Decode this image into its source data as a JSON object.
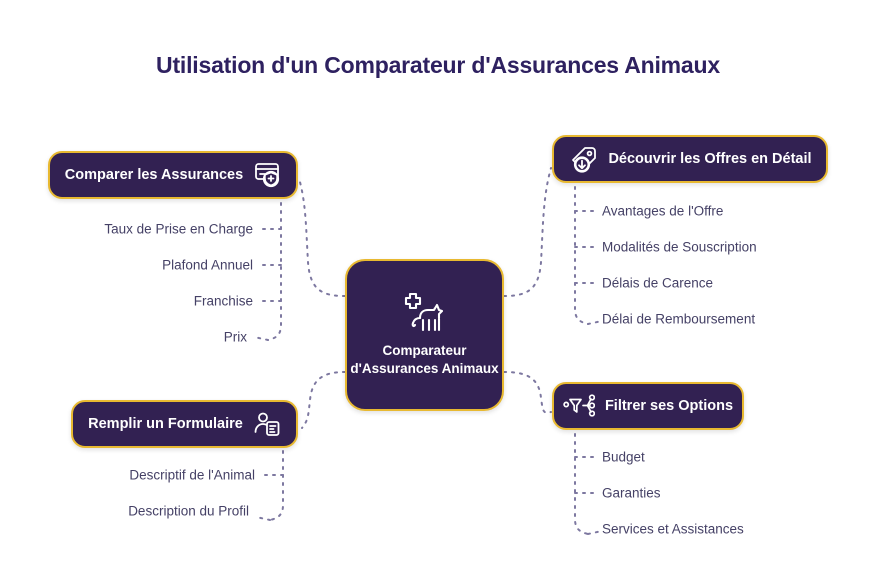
{
  "page": {
    "title": "Utilisation d'un Comparateur d'Assurances Animaux",
    "background_color": "#ffffff",
    "title_color": "#2e2160",
    "node_fill_color": "#322152",
    "node_border_color": "#e8b931",
    "node_text_color": "#ffffff",
    "subitem_text_color": "#454166",
    "connector_color": "#7d78a0"
  },
  "center": {
    "label": "Comparateur d'Assurances Animaux",
    "icon": "dog-medical-cross-icon"
  },
  "branches": [
    {
      "id": "comparer",
      "label": "Comparer les Assurances",
      "icon": "card-shield-icon",
      "side": "left",
      "items": [
        {
          "label": "Taux de Prise en Charge"
        },
        {
          "label": "Plafond Annuel"
        },
        {
          "label": "Franchise"
        },
        {
          "label": "Prix"
        }
      ]
    },
    {
      "id": "remplir",
      "label": "Remplir un Formulaire",
      "icon": "person-form-icon",
      "side": "left",
      "items": [
        {
          "label": "Descriptif de l'Animal"
        },
        {
          "label": "Description du Profil"
        }
      ]
    },
    {
      "id": "decouvrir",
      "label": "Découvrir les Offres en Détail",
      "icon": "tag-download-icon",
      "side": "right",
      "items": [
        {
          "label": "Avantages de l'Offre"
        },
        {
          "label": "Modalités de Souscription"
        },
        {
          "label": "Délais de Carence"
        },
        {
          "label": "Délai de Remboursement"
        }
      ]
    },
    {
      "id": "filtrer",
      "label": "Filtrer ses Options",
      "icon": "filter-funnel-nodes-icon",
      "side": "right",
      "items": [
        {
          "label": "Budget"
        },
        {
          "label": "Garanties"
        },
        {
          "label": "Services et Assistances"
        }
      ]
    }
  ]
}
